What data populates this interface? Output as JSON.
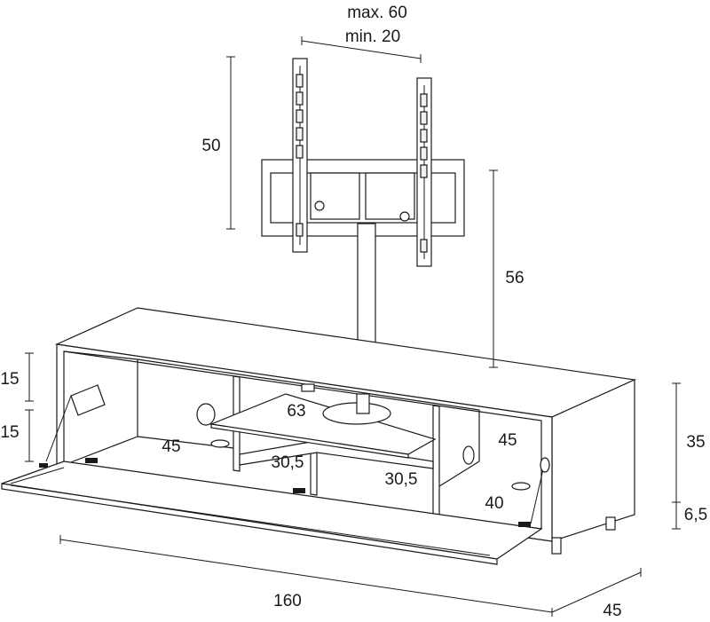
{
  "dimensions": {
    "bracket_width_max": "max. 60",
    "bracket_width_min": "min. 20",
    "bracket_height": "50",
    "pole_height": "56",
    "upper_compartment": "15",
    "lower_compartment": "15",
    "shelf_width": "63",
    "left_compartment": "45",
    "middle_shelf_left": "30,5",
    "middle_shelf_right": "30,5",
    "right_compartment": "45",
    "right_lower": "40",
    "cabinet_height": "35",
    "leg_height": "6,5",
    "cabinet_width": "160",
    "cabinet_depth": "45"
  }
}
